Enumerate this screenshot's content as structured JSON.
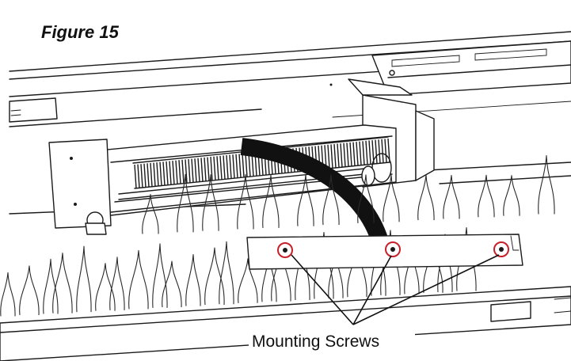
{
  "figure": {
    "title": "Figure 15",
    "callout_label": "Mounting Screws",
    "screw_count": 3
  }
}
